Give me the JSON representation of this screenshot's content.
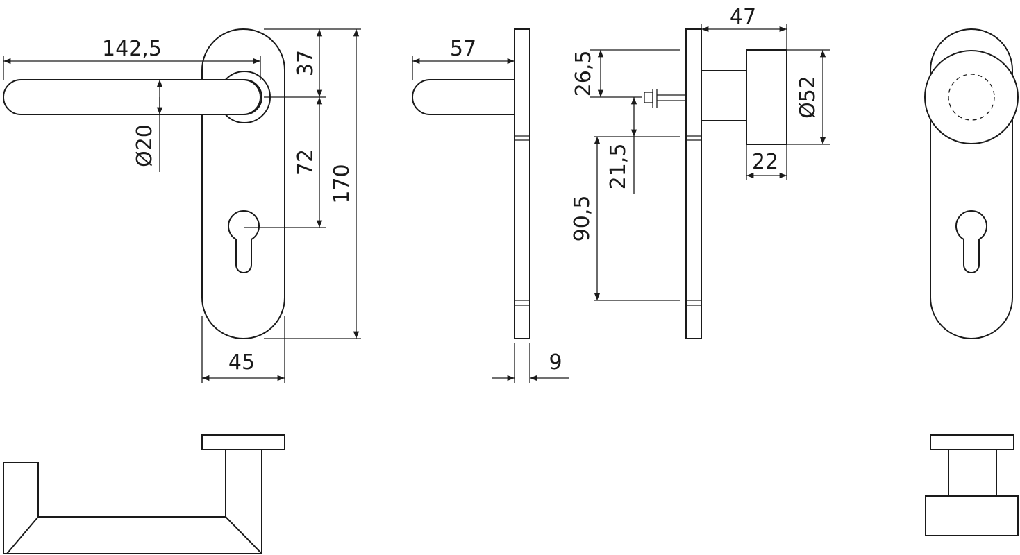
{
  "dimensions": {
    "lever_length": "142,5",
    "rose_to_top": "37",
    "lever_diameter": "Ø20",
    "spindle_to_keyhole": "72",
    "plate_height": "170",
    "plate_width": "45",
    "lever_projection": "57",
    "plate_thickness": "9",
    "knob_projection": "47",
    "top_to_pin": "26,5",
    "knob_diameter": "Ø52",
    "knob_depth": "22",
    "pin_offset": "21,5",
    "fixing_spacing": "90,5"
  },
  "colors": {
    "line": "#1a1a1a",
    "background": "#ffffff"
  }
}
